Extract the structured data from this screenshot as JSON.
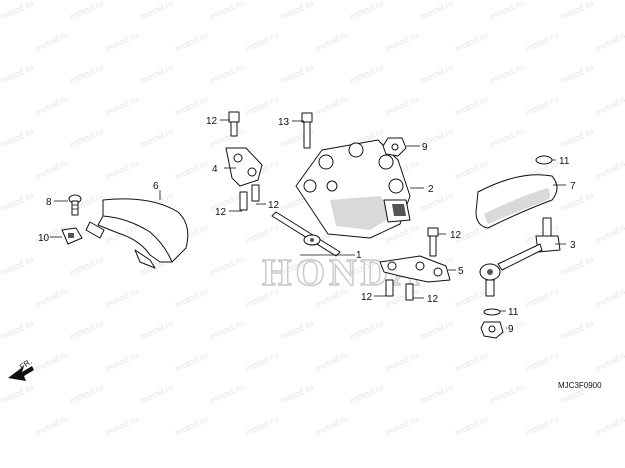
{
  "watermark": {
    "text": "motod.ru"
  },
  "brand_watermark": "HONDA",
  "front_marker": {
    "label": "FR."
  },
  "diagram_code": "MJC3F0900",
  "callouts": [
    "1",
    "2",
    "3",
    "4",
    "5",
    "6",
    "7",
    "8",
    "9",
    "10",
    "11",
    "12",
    "13"
  ],
  "parts": [
    {
      "key": "housing",
      "name": "gear-shift-housing-icon"
    },
    {
      "key": "rear-link-bracket",
      "name": "rear-bracket-icon"
    },
    {
      "key": "tie-rod",
      "name": "tie-rod-icon"
    },
    {
      "key": "cover",
      "name": "curved-cover-icon"
    },
    {
      "key": "arm",
      "name": "link-arm-icon"
    }
  ]
}
